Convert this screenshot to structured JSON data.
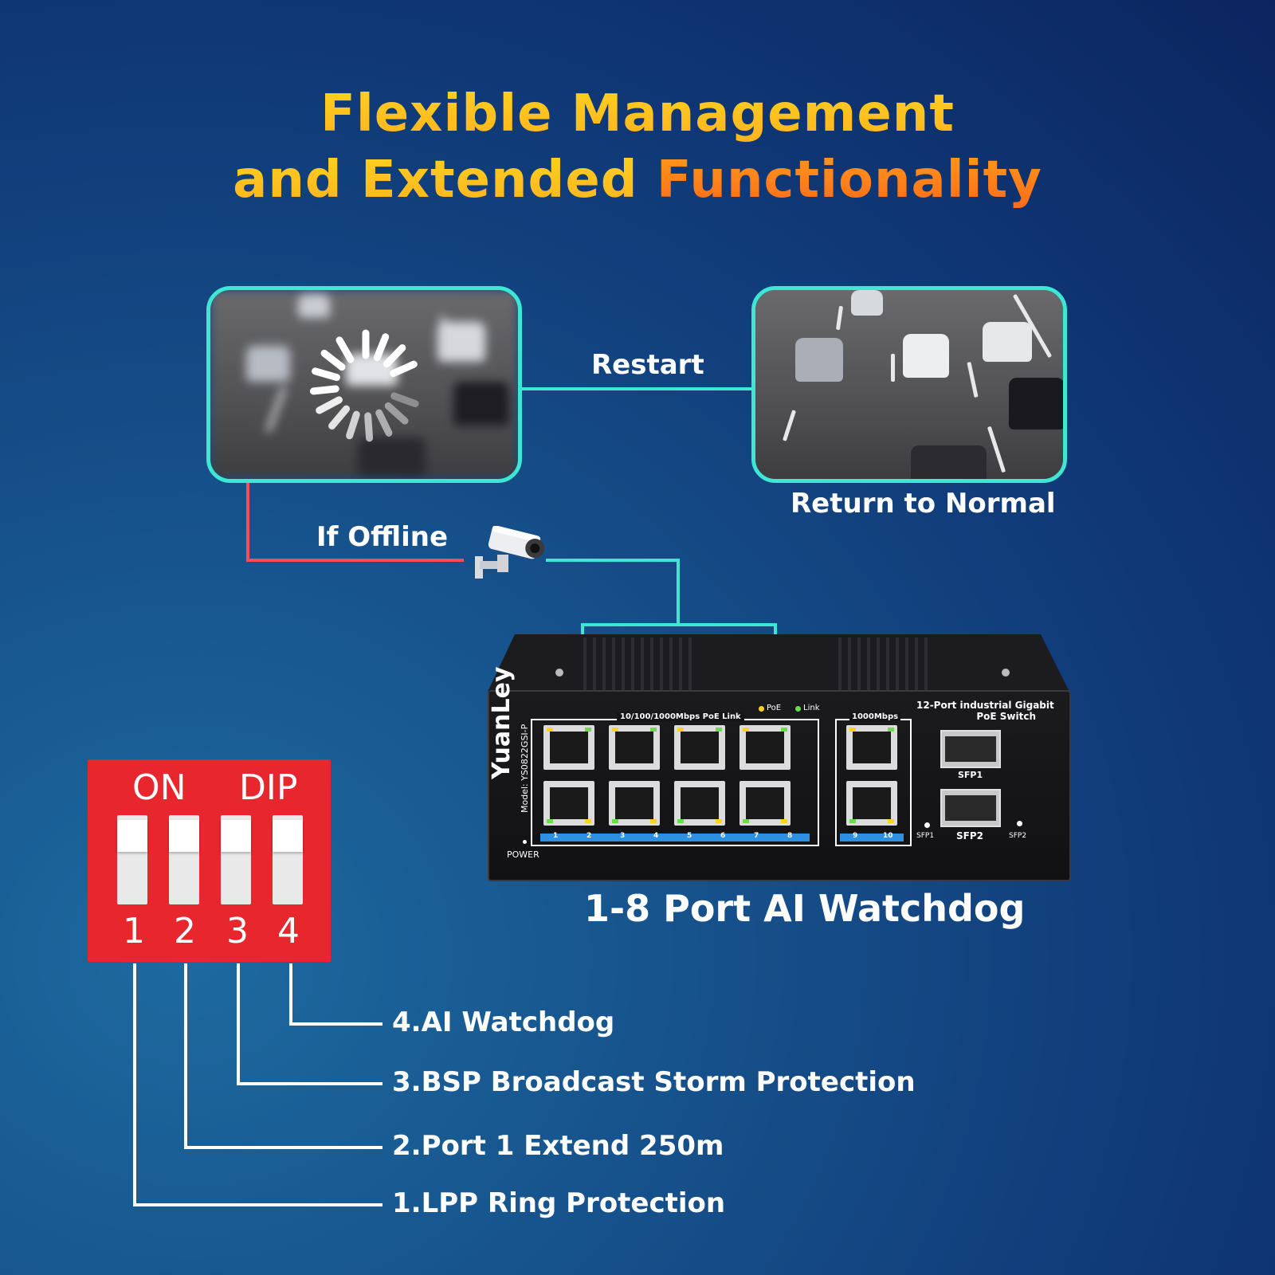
{
  "header": {
    "line1": "Flexible Management",
    "line2_part1": "and Extended",
    "line2_part2": "Functionality"
  },
  "flow": {
    "restart_label": "Restart",
    "return_label": "Return to Normal",
    "offline_label": "If Offline",
    "watchdog_label": "1-8 Port AI Watchdog"
  },
  "dip_switch": {
    "on_label": "ON",
    "dip_label": "DIP",
    "numbers": [
      "1",
      "2",
      "3",
      "4"
    ]
  },
  "features": [
    "4.AI Watchdog",
    "3.BSP Broadcast Storm Protection",
    "2.Port 1 Extend 250m",
    "1.LPP Ring Protection"
  ],
  "device": {
    "brand": "YuanLey",
    "model": "Model: YS0822GSI-P",
    "power_label": "POWER",
    "poe_group_label": "10/100/1000Mbps PoE Link",
    "poe_led_label": "PoE",
    "link_led_label": "Link",
    "uplink_group_label": "1000Mbps",
    "product_name_line1": "12-Port industrial Gigabit",
    "product_name_line2": "PoE Switch",
    "sfp1_label": "SFP1",
    "sfp2_label": "SFP2",
    "sfp1_led_label": "SFP1",
    "sfp2_led_label": "SFP2",
    "port_numbers": [
      "1",
      "2",
      "3",
      "4",
      "5",
      "6",
      "7",
      "8"
    ],
    "uplink_port_numbers": [
      "9",
      "10"
    ]
  },
  "colors": {
    "title_yellow": "#ffd21f",
    "title_orange": "#ff6a1a",
    "connector_cyan": "#3ee6d4",
    "offline_red": "#ff4d4d",
    "dip_red": "#e8262e"
  }
}
